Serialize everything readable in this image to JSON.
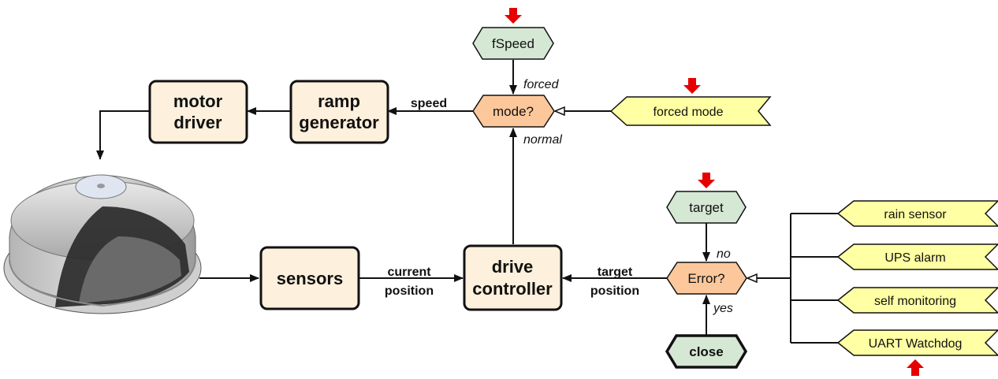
{
  "colors": {
    "box_fill": "#fdf0dc",
    "hex_green": "#d5e8d4",
    "hex_orange": "#fcc89b",
    "flag_yellow": "#ffffa3",
    "arrow_red": "#e60000",
    "stroke": "#111111"
  },
  "boxes": {
    "motor_driver": [
      "motor",
      "driver"
    ],
    "ramp_generator": [
      "ramp",
      "generator"
    ],
    "sensors": [
      "sensors"
    ],
    "drive_controller": [
      "drive",
      "controller"
    ]
  },
  "decisions": {
    "mode": "mode?",
    "error": "Error?"
  },
  "parameters": {
    "fspeed": "fSpeed",
    "target": "target",
    "close": "close"
  },
  "edge_labels": {
    "speed": "speed",
    "current_position": [
      "current",
      "position"
    ],
    "target_position": [
      "target",
      "position"
    ],
    "forced": "forced",
    "normal": "normal",
    "no": "no",
    "yes": "yes"
  },
  "inputs": {
    "forced_mode": "forced mode",
    "rain_sensor": "rain sensor",
    "ups_alarm": "UPS alarm",
    "self_monitoring": "self monitoring",
    "uart_watchdog": "UART Watchdog"
  },
  "image": {
    "icon": "dome-icon"
  }
}
